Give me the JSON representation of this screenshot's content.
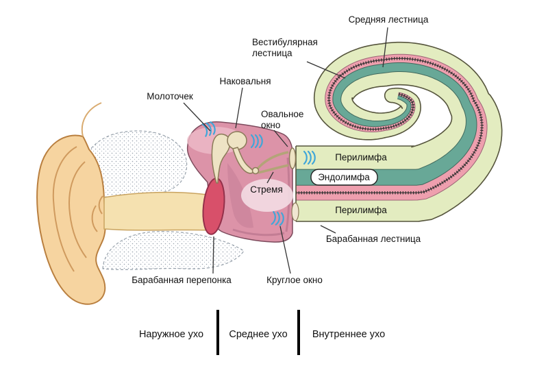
{
  "labels": {
    "scala_media": "Средняя лестница",
    "scala_vestibuli": {
      "line1": "Вестибулярная",
      "line2": "лестница"
    },
    "incus": "Наковальня",
    "malleus": "Молоточек",
    "oval_window": {
      "line1": "Овальное",
      "line2": "окно"
    },
    "stapes": "Стремя",
    "perilymph_upper": "Перилимфа",
    "endolymph": "Эндолимфа",
    "perilymph_lower": "Перилимфа",
    "scala_tympani": "Барабанная лестница",
    "tympanic_membrane": "Барабанная перепонка",
    "round_window": "Круглое окно"
  },
  "sections": {
    "outer_ear": "Наружное ухо",
    "middle_ear": "Среднее ухо",
    "inner_ear": "Внутреннее ухо"
  },
  "icons": {
    "sound_wave": "sound-wave-icon"
  },
  "colors": {
    "tube_outer_green": "#e3ecc0",
    "endolymph_teal": "#68a897",
    "scala_pink": "#ee9fae",
    "tube_outline": "#55543c",
    "membrane_hatch": "#2f2f2f",
    "middle_ear_pink": "#dc93a8",
    "eardrum_red": "#d8506a",
    "ossicle_beige": "#eee3c4",
    "skin_tan": "#f6d4a0",
    "sound_wave_blue": "#3fa6d9",
    "text": "#111111"
  }
}
